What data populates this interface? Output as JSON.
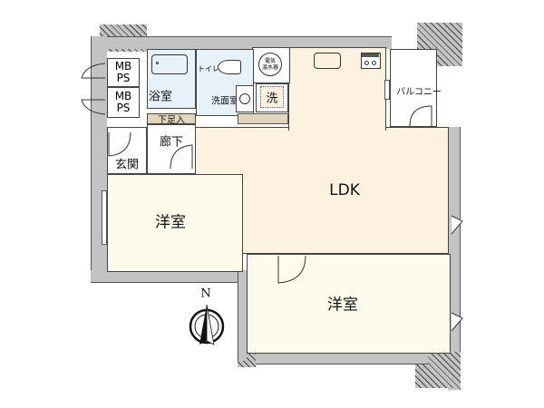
{
  "plan": {
    "rooms": {
      "ldk": "LDK",
      "western_room_1": "洋室",
      "western_room_2": "洋室",
      "bathroom": "浴室",
      "washroom": "洗面室",
      "toilet": "トイレ",
      "hallway": "廊下",
      "entrance": "玄関",
      "shoe_storage": "下足入",
      "balcony": "バルコニー"
    },
    "fixtures": {
      "mbps_1": [
        "MB",
        "PS"
      ],
      "mbps_2": [
        "MB",
        "PS"
      ],
      "water_heater": [
        "電気",
        "温水器"
      ],
      "washer_space": "洗"
    },
    "compass": {
      "north_label": "N",
      "icon": "north-arrow-icon"
    },
    "colors": {
      "wall": "#c3c3c3",
      "ldk": "#fdf1e0",
      "western_room": "#fffbec",
      "wet_area": "#e7f1fa",
      "shoe_storage": "#e3d6ba"
    }
  }
}
